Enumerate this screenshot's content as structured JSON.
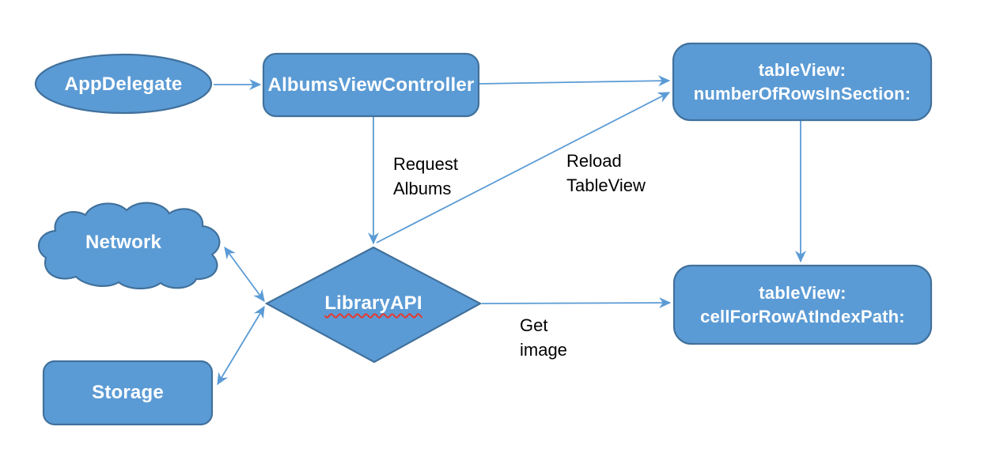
{
  "nodes": {
    "app_delegate": {
      "shape": "ellipse",
      "label": "AppDelegate"
    },
    "albums_view_controller": {
      "shape": "rounded-rectangle",
      "label": "AlbumsViewController"
    },
    "table_view_number_of_rows": {
      "shape": "rounded-rectangle",
      "line1": "tableView:",
      "line2": "numberOfRowsInSection:"
    },
    "table_view_cell_for_row": {
      "shape": "rounded-rectangle",
      "line1": "tableView:",
      "line2": "cellForRowAtIndexPath:"
    },
    "network": {
      "shape": "cloud",
      "label": "Network"
    },
    "storage": {
      "shape": "rounded-rectangle",
      "label": "Storage"
    },
    "library_api": {
      "shape": "diamond",
      "label": "LibraryAPI",
      "spellcheck_underline": true
    }
  },
  "edge_labels": {
    "request_albums": {
      "line1": "Request",
      "line2": "Albums"
    },
    "reload_tableview": {
      "line1": "Reload",
      "line2": "TableView"
    },
    "get_image": {
      "line1": "Get",
      "line2": "image"
    }
  },
  "edges": [
    {
      "from": "app_delegate",
      "to": "albums_view_controller",
      "arrow": "single",
      "label": ""
    },
    {
      "from": "albums_view_controller",
      "to": "table_view_number_of_rows",
      "arrow": "single",
      "label": ""
    },
    {
      "from": "albums_view_controller",
      "to": "library_api",
      "arrow": "single",
      "label": "Request Albums"
    },
    {
      "from": "library_api",
      "to": "table_view_number_of_rows",
      "arrow": "single",
      "label": "Reload TableView"
    },
    {
      "from": "table_view_number_of_rows",
      "to": "table_view_cell_for_row",
      "arrow": "single",
      "label": ""
    },
    {
      "from": "library_api",
      "to": "table_view_cell_for_row",
      "arrow": "single",
      "label": "Get image"
    },
    {
      "from": "library_api",
      "to": "network",
      "arrow": "double",
      "label": ""
    },
    {
      "from": "library_api",
      "to": "storage",
      "arrow": "double",
      "label": ""
    }
  ],
  "colors": {
    "background": "#FFFFFF",
    "shape_fill": "#5B9BD5",
    "shape_border": "#41719C",
    "connector": "#5B9BD5",
    "node_text": "#FFFFFF",
    "label_text": "#000000",
    "spellcheck_underline": "#E5392E"
  }
}
